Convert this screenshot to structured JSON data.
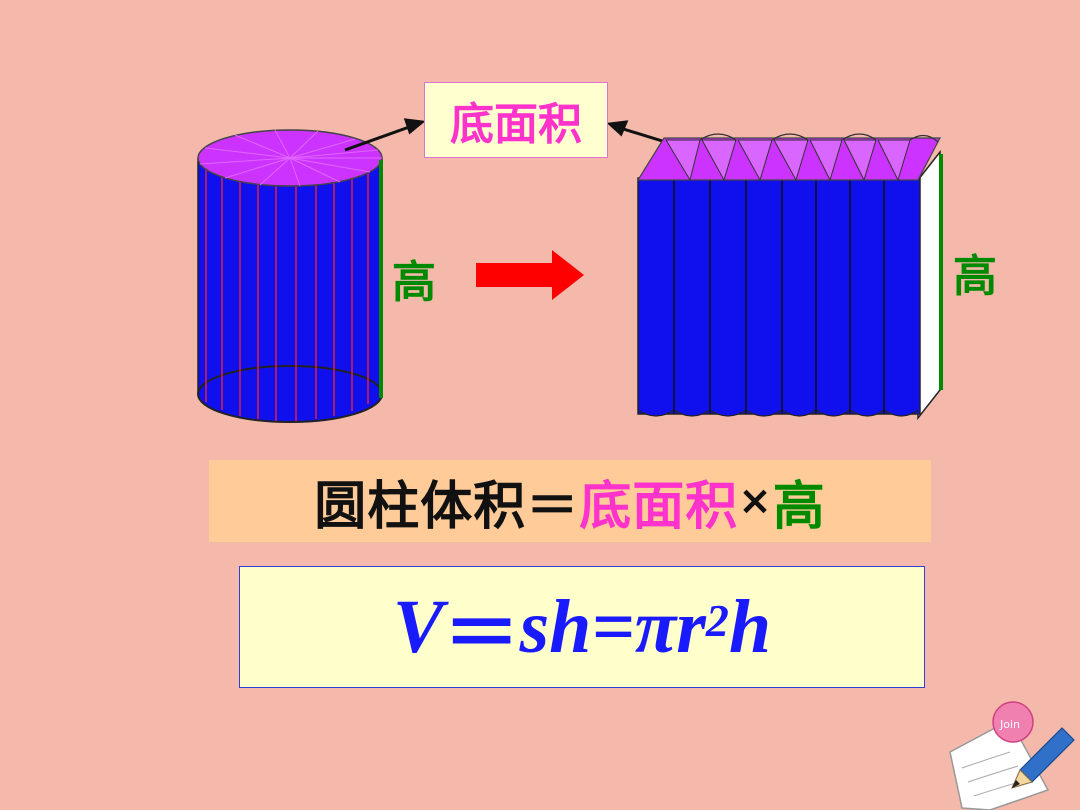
{
  "labels": {
    "base_area": "底面积",
    "height_left": "高",
    "height_right": "高"
  },
  "formula_text": {
    "part1": "圆柱体积＝",
    "part2": "底面积",
    "part3": "×",
    "part4": "高"
  },
  "formula_math": {
    "lhs": "V",
    "eq1": "＝",
    "mid": "sh",
    "eq2": "=",
    "pi_r": "πr",
    "sup": "2",
    "h": "h"
  },
  "colors": {
    "background": "#f4b9aa",
    "cylinder_blue": "#1010ee",
    "top_magenta": "#cc33ff",
    "label_pink": "#ff33cc",
    "height_green": "#008a00",
    "arrow_red": "#ff0000",
    "formula_blue": "#1a1aff"
  },
  "icons": {
    "decoration": "notepad-pencil-icon",
    "transform_arrow": "arrow-right-icon"
  }
}
